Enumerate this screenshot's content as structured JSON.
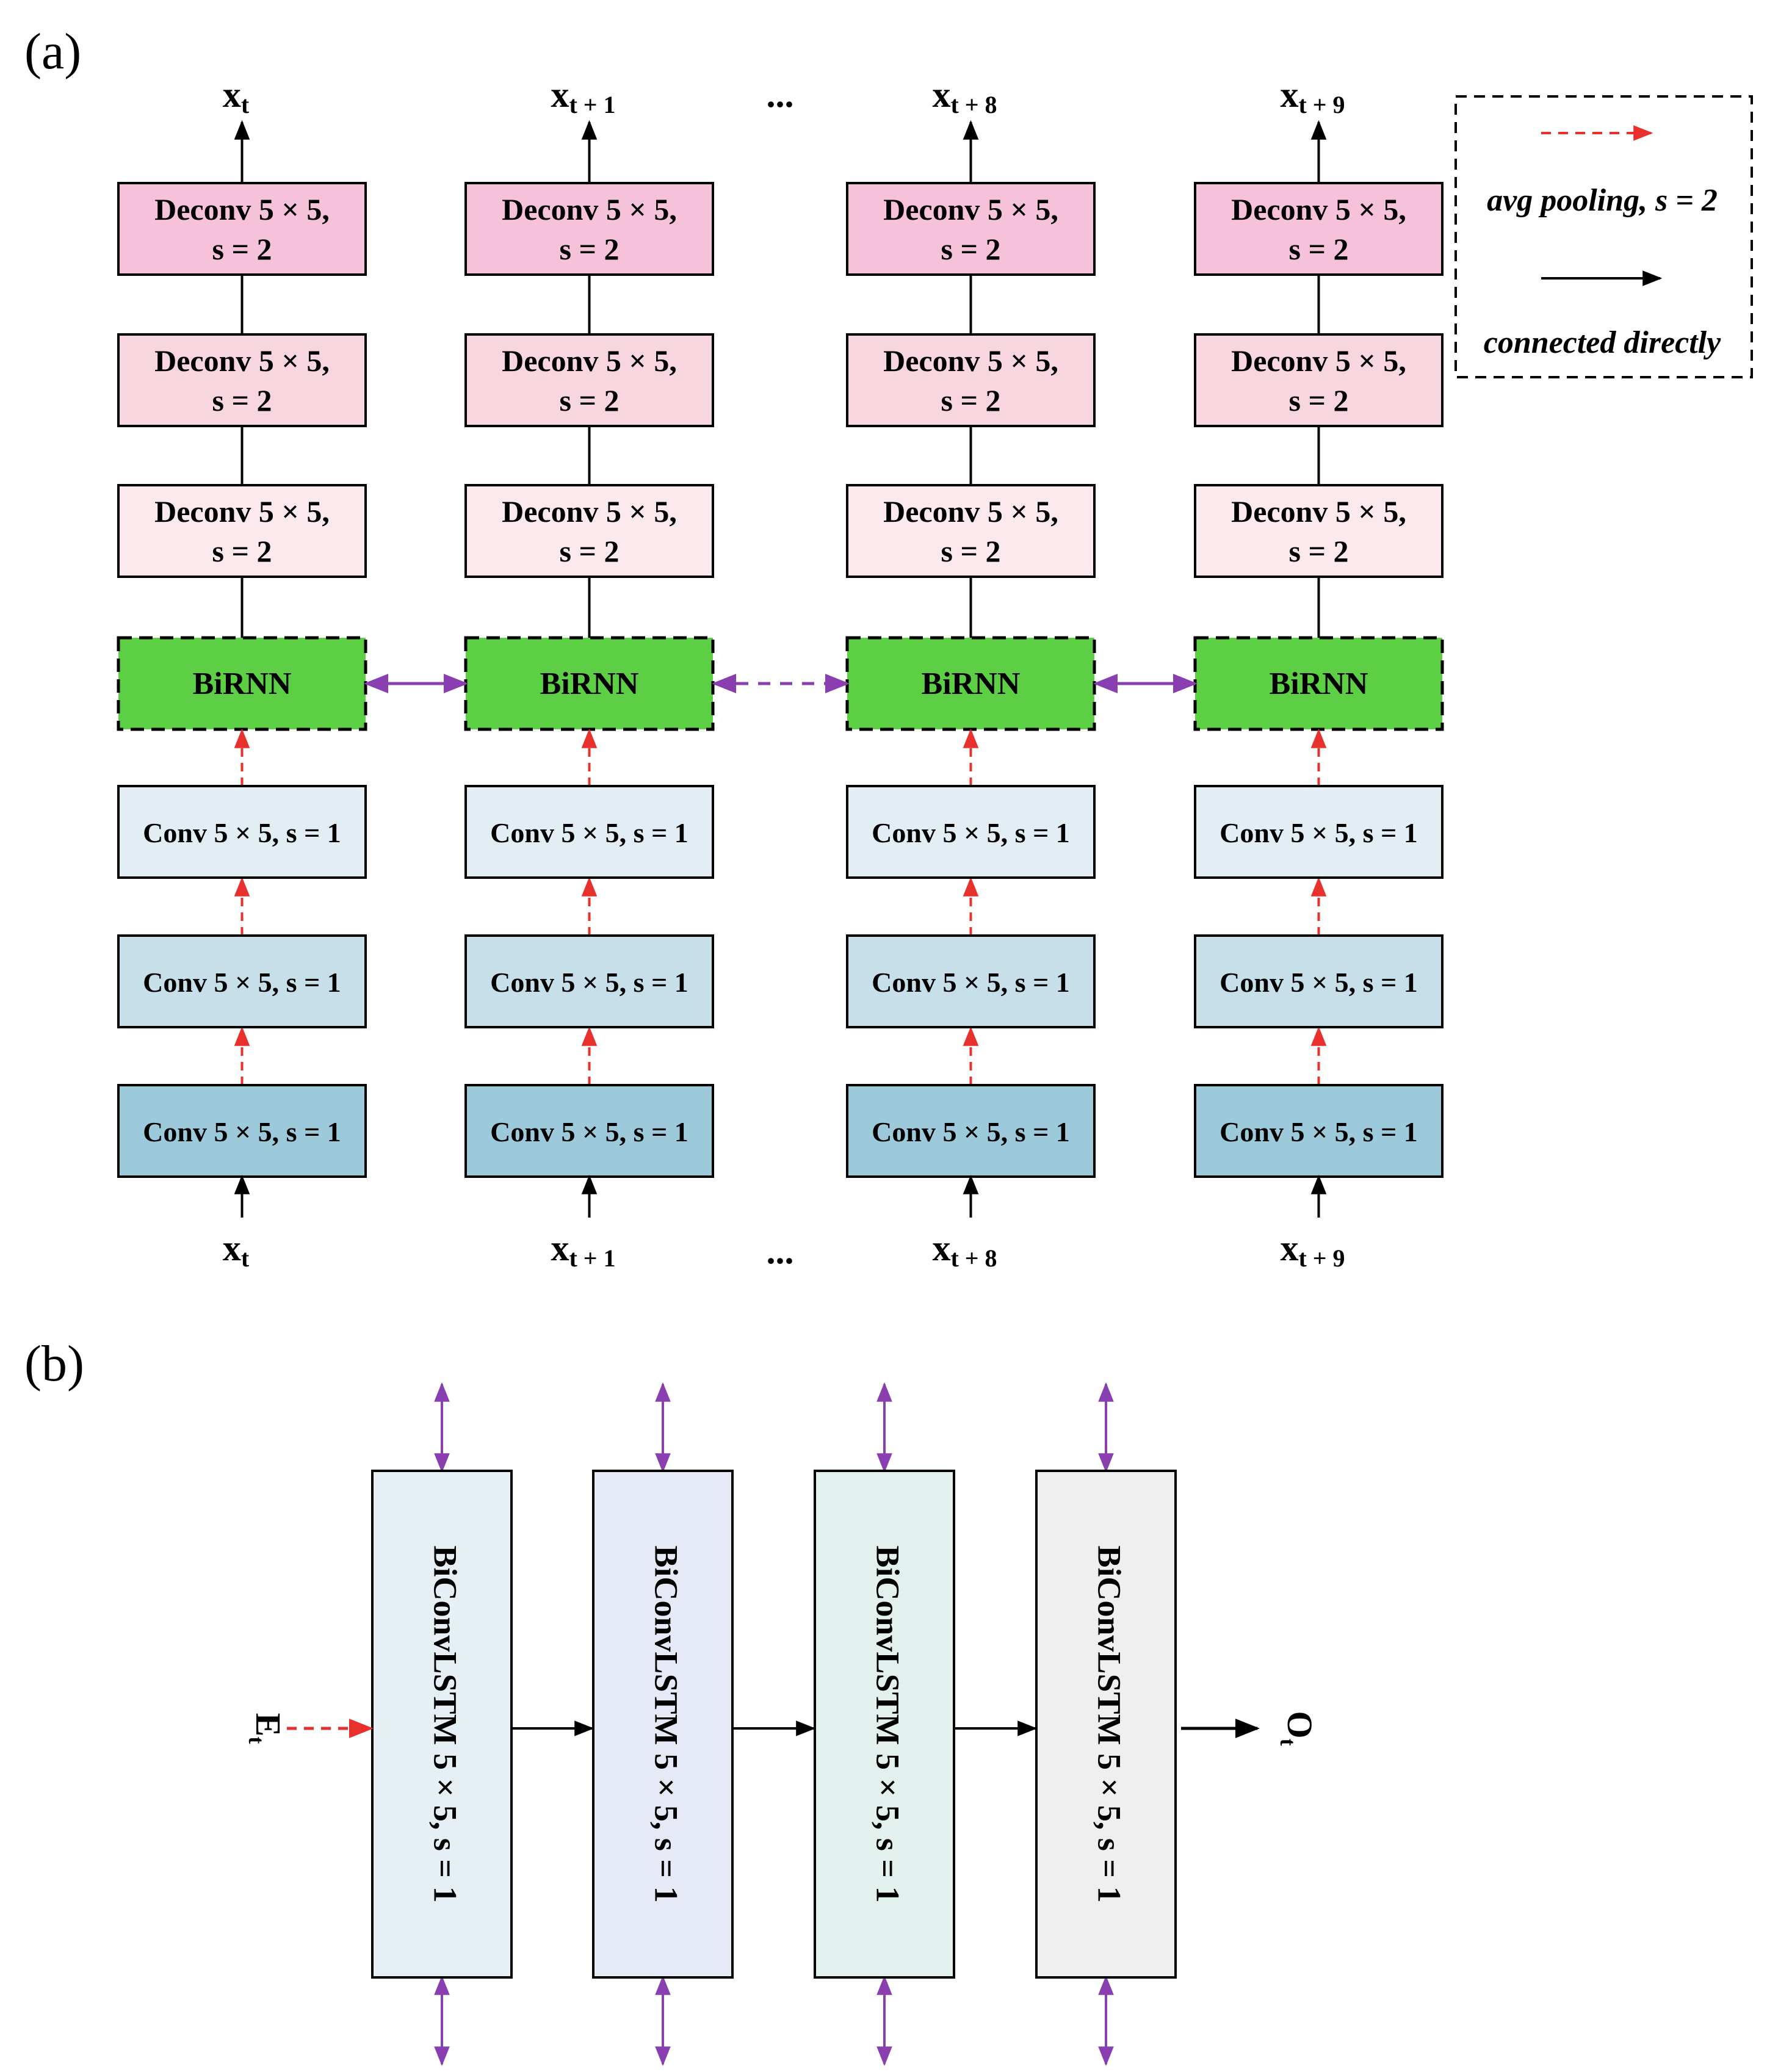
{
  "panel_a": {
    "label": "(a)",
    "columns": [
      {
        "top_label": {
          "base": "x",
          "sub": "t"
        },
        "bottom_label": {
          "base": "x",
          "sub": "t"
        }
      },
      {
        "top_label": {
          "base": "x",
          "sub": "t + 1"
        },
        "bottom_label": {
          "base": "x",
          "sub": "t + 1"
        }
      },
      {
        "top_label": {
          "base": "x",
          "sub": "t + 8"
        },
        "bottom_label": {
          "base": "x",
          "sub": "t + 8"
        }
      },
      {
        "top_label": {
          "base": "x",
          "sub": "t + 9"
        },
        "bottom_label": {
          "base": "x",
          "sub": "t + 9"
        }
      }
    ],
    "ellipsis": "...",
    "deconv_line1": "Deconv 5 × 5,",
    "deconv_line2": "s = 2",
    "birnn": "BiRNN",
    "conv": "Conv 5 × 5, s = 1",
    "colors": {
      "deconv": [
        "#f5c2d9",
        "#f8d6e0",
        "#fce9ee"
      ],
      "birnn": "#5ccf45",
      "conv": [
        "#e3eef4",
        "#c6dfe8",
        "#9ccadb"
      ],
      "red_arrow": "#e8312c",
      "purple_arrow": "#8a3fb0"
    },
    "legend": {
      "item1": "avg pooling, s = 2",
      "item2": "connected directly"
    }
  },
  "panel_b": {
    "label": "(b)",
    "input_label": {
      "base": "E",
      "sub": "t"
    },
    "output_label": {
      "base": "O",
      "sub": "t"
    },
    "block_label": "BiConvLSTM 5 × 5, s = 1",
    "block_colors": [
      "#e6eff3",
      "#e5eaf6",
      "#e2f1ee",
      "#eeefee"
    ]
  }
}
